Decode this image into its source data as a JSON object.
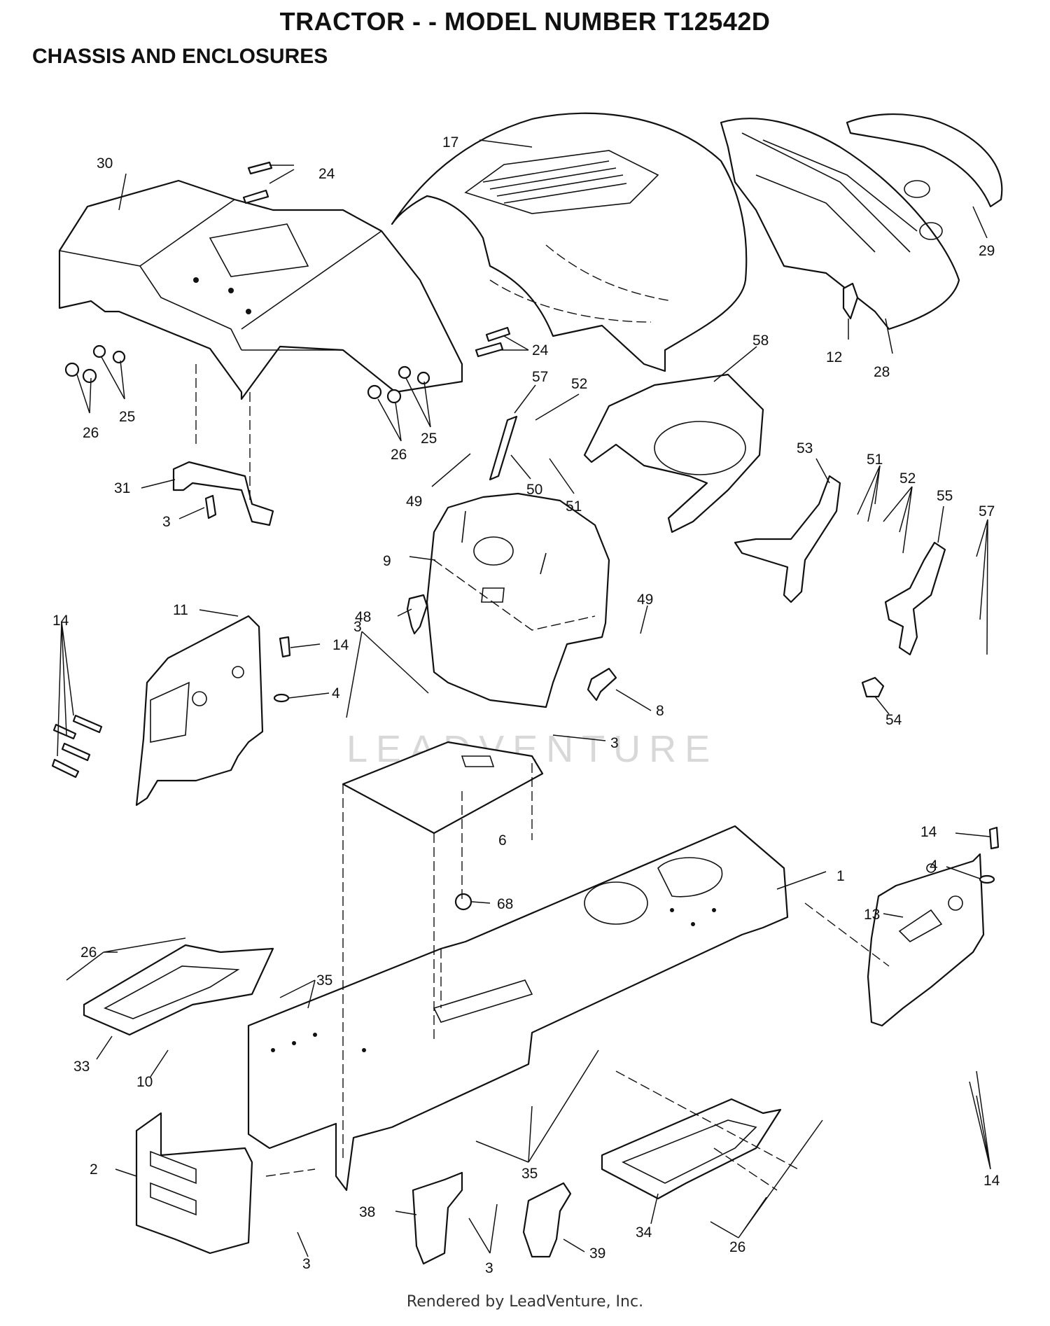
{
  "header": {
    "title": "TRACTOR - - MODEL NUMBER T12542D",
    "section": "CHASSIS AND ENCLOSURES"
  },
  "watermark": "LEADVENTURE",
  "callouts": [
    "30",
    "24",
    "17",
    "29",
    "24",
    "12",
    "28",
    "26",
    "25",
    "26",
    "25",
    "57",
    "52",
    "58",
    "31",
    "3",
    "49",
    "50",
    "51",
    "53",
    "51",
    "52",
    "55",
    "57",
    "9",
    "48",
    "49",
    "11",
    "14",
    "14",
    "4",
    "3",
    "8",
    "54",
    "3",
    "6",
    "1",
    "14",
    "4",
    "13",
    "26",
    "68",
    "35",
    "33",
    "10",
    "2",
    "3",
    "35",
    "38",
    "3",
    "39",
    "34",
    "26",
    "14"
  ],
  "footer": "Rendered by LeadVenture, Inc."
}
